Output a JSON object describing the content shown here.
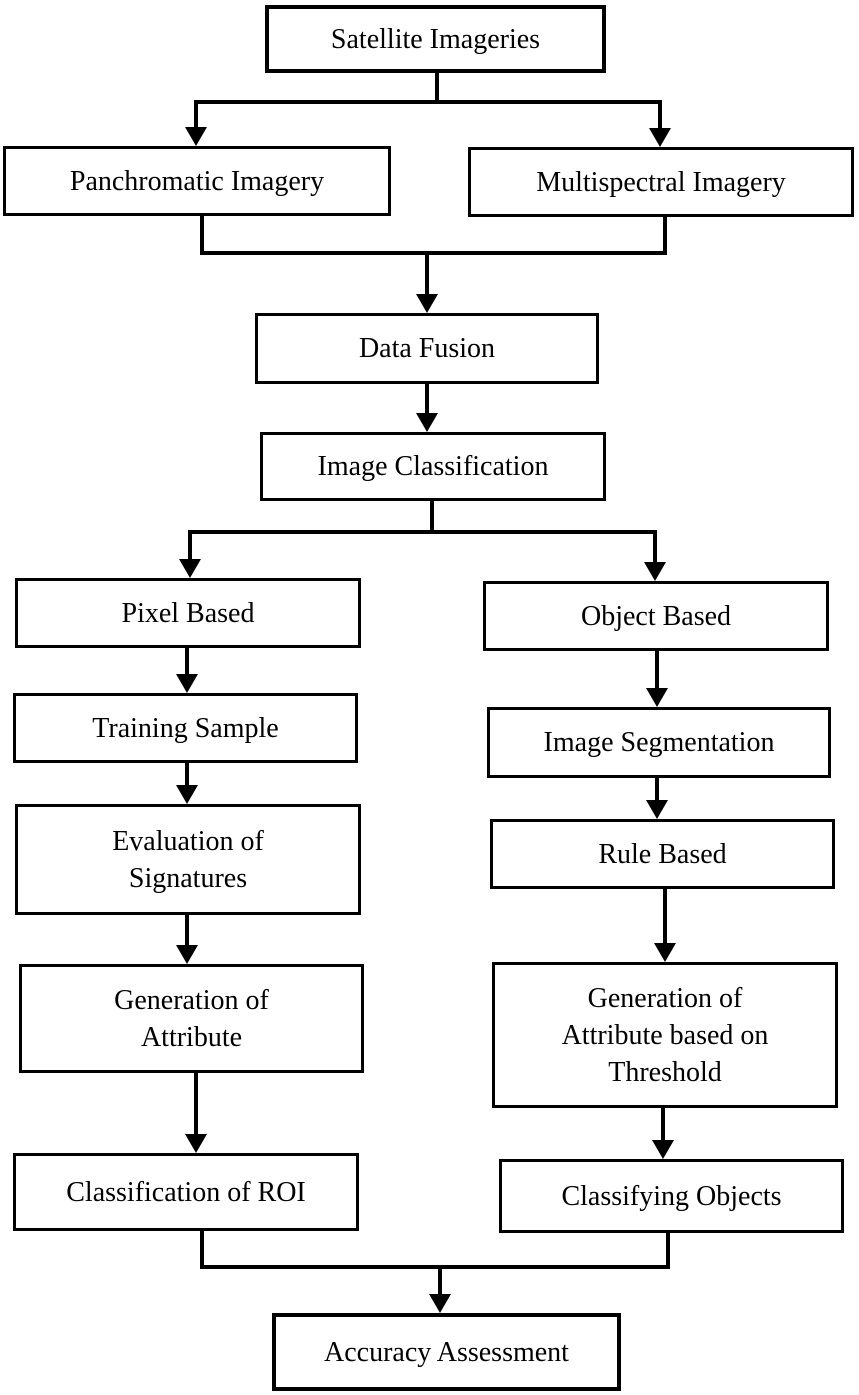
{
  "diagram_type": "flowchart",
  "colors": {
    "background": "#ffffff",
    "box_border": "#000000",
    "box_fill": "#ffffff",
    "text": "#000000",
    "connector": "#000000"
  },
  "nodes": {
    "satellite": {
      "lines": [
        "Satellite Imageries"
      ]
    },
    "panchromatic": {
      "lines": [
        "Panchromatic Imagery"
      ]
    },
    "multispectral": {
      "lines": [
        "Multispectral Imagery"
      ]
    },
    "data_fusion": {
      "lines": [
        "Data Fusion"
      ]
    },
    "image_classification": {
      "lines": [
        "Image Classification"
      ]
    },
    "pixel_based": {
      "lines": [
        "Pixel Based"
      ]
    },
    "training_sample": {
      "lines": [
        "Training Sample"
      ]
    },
    "evaluation_of_signatures": {
      "lines": [
        "Evaluation of",
        "Signatures"
      ]
    },
    "generation_of_attribute": {
      "lines": [
        "Generation of",
        "Attribute"
      ]
    },
    "classification_of_roi": {
      "lines": [
        "Classification of ROI"
      ]
    },
    "object_based": {
      "lines": [
        "Object Based"
      ]
    },
    "image_segmentation": {
      "lines": [
        "Image Segmentation"
      ]
    },
    "rule_based": {
      "lines": [
        "Rule Based"
      ]
    },
    "generation_of_attribute_threshold": {
      "lines": [
        "Generation of",
        "Attribute based on",
        "Threshold"
      ]
    },
    "classifying_objects": {
      "lines": [
        "Classifying Objects"
      ]
    },
    "accuracy_assessment": {
      "lines": [
        "Accuracy Assessment"
      ]
    }
  },
  "edges": [
    {
      "from": "satellite",
      "to": "panchromatic"
    },
    {
      "from": "satellite",
      "to": "multispectral"
    },
    {
      "from": "panchromatic",
      "to": "data_fusion"
    },
    {
      "from": "multispectral",
      "to": "data_fusion"
    },
    {
      "from": "data_fusion",
      "to": "image_classification"
    },
    {
      "from": "image_classification",
      "to": "pixel_based"
    },
    {
      "from": "image_classification",
      "to": "object_based"
    },
    {
      "from": "pixel_based",
      "to": "training_sample"
    },
    {
      "from": "training_sample",
      "to": "evaluation_of_signatures"
    },
    {
      "from": "evaluation_of_signatures",
      "to": "generation_of_attribute"
    },
    {
      "from": "generation_of_attribute",
      "to": "classification_of_roi"
    },
    {
      "from": "object_based",
      "to": "image_segmentation"
    },
    {
      "from": "image_segmentation",
      "to": "rule_based"
    },
    {
      "from": "rule_based",
      "to": "generation_of_attribute_threshold"
    },
    {
      "from": "generation_of_attribute_threshold",
      "to": "classifying_objects"
    },
    {
      "from": "classification_of_roi",
      "to": "accuracy_assessment"
    },
    {
      "from": "classifying_objects",
      "to": "accuracy_assessment"
    }
  ]
}
